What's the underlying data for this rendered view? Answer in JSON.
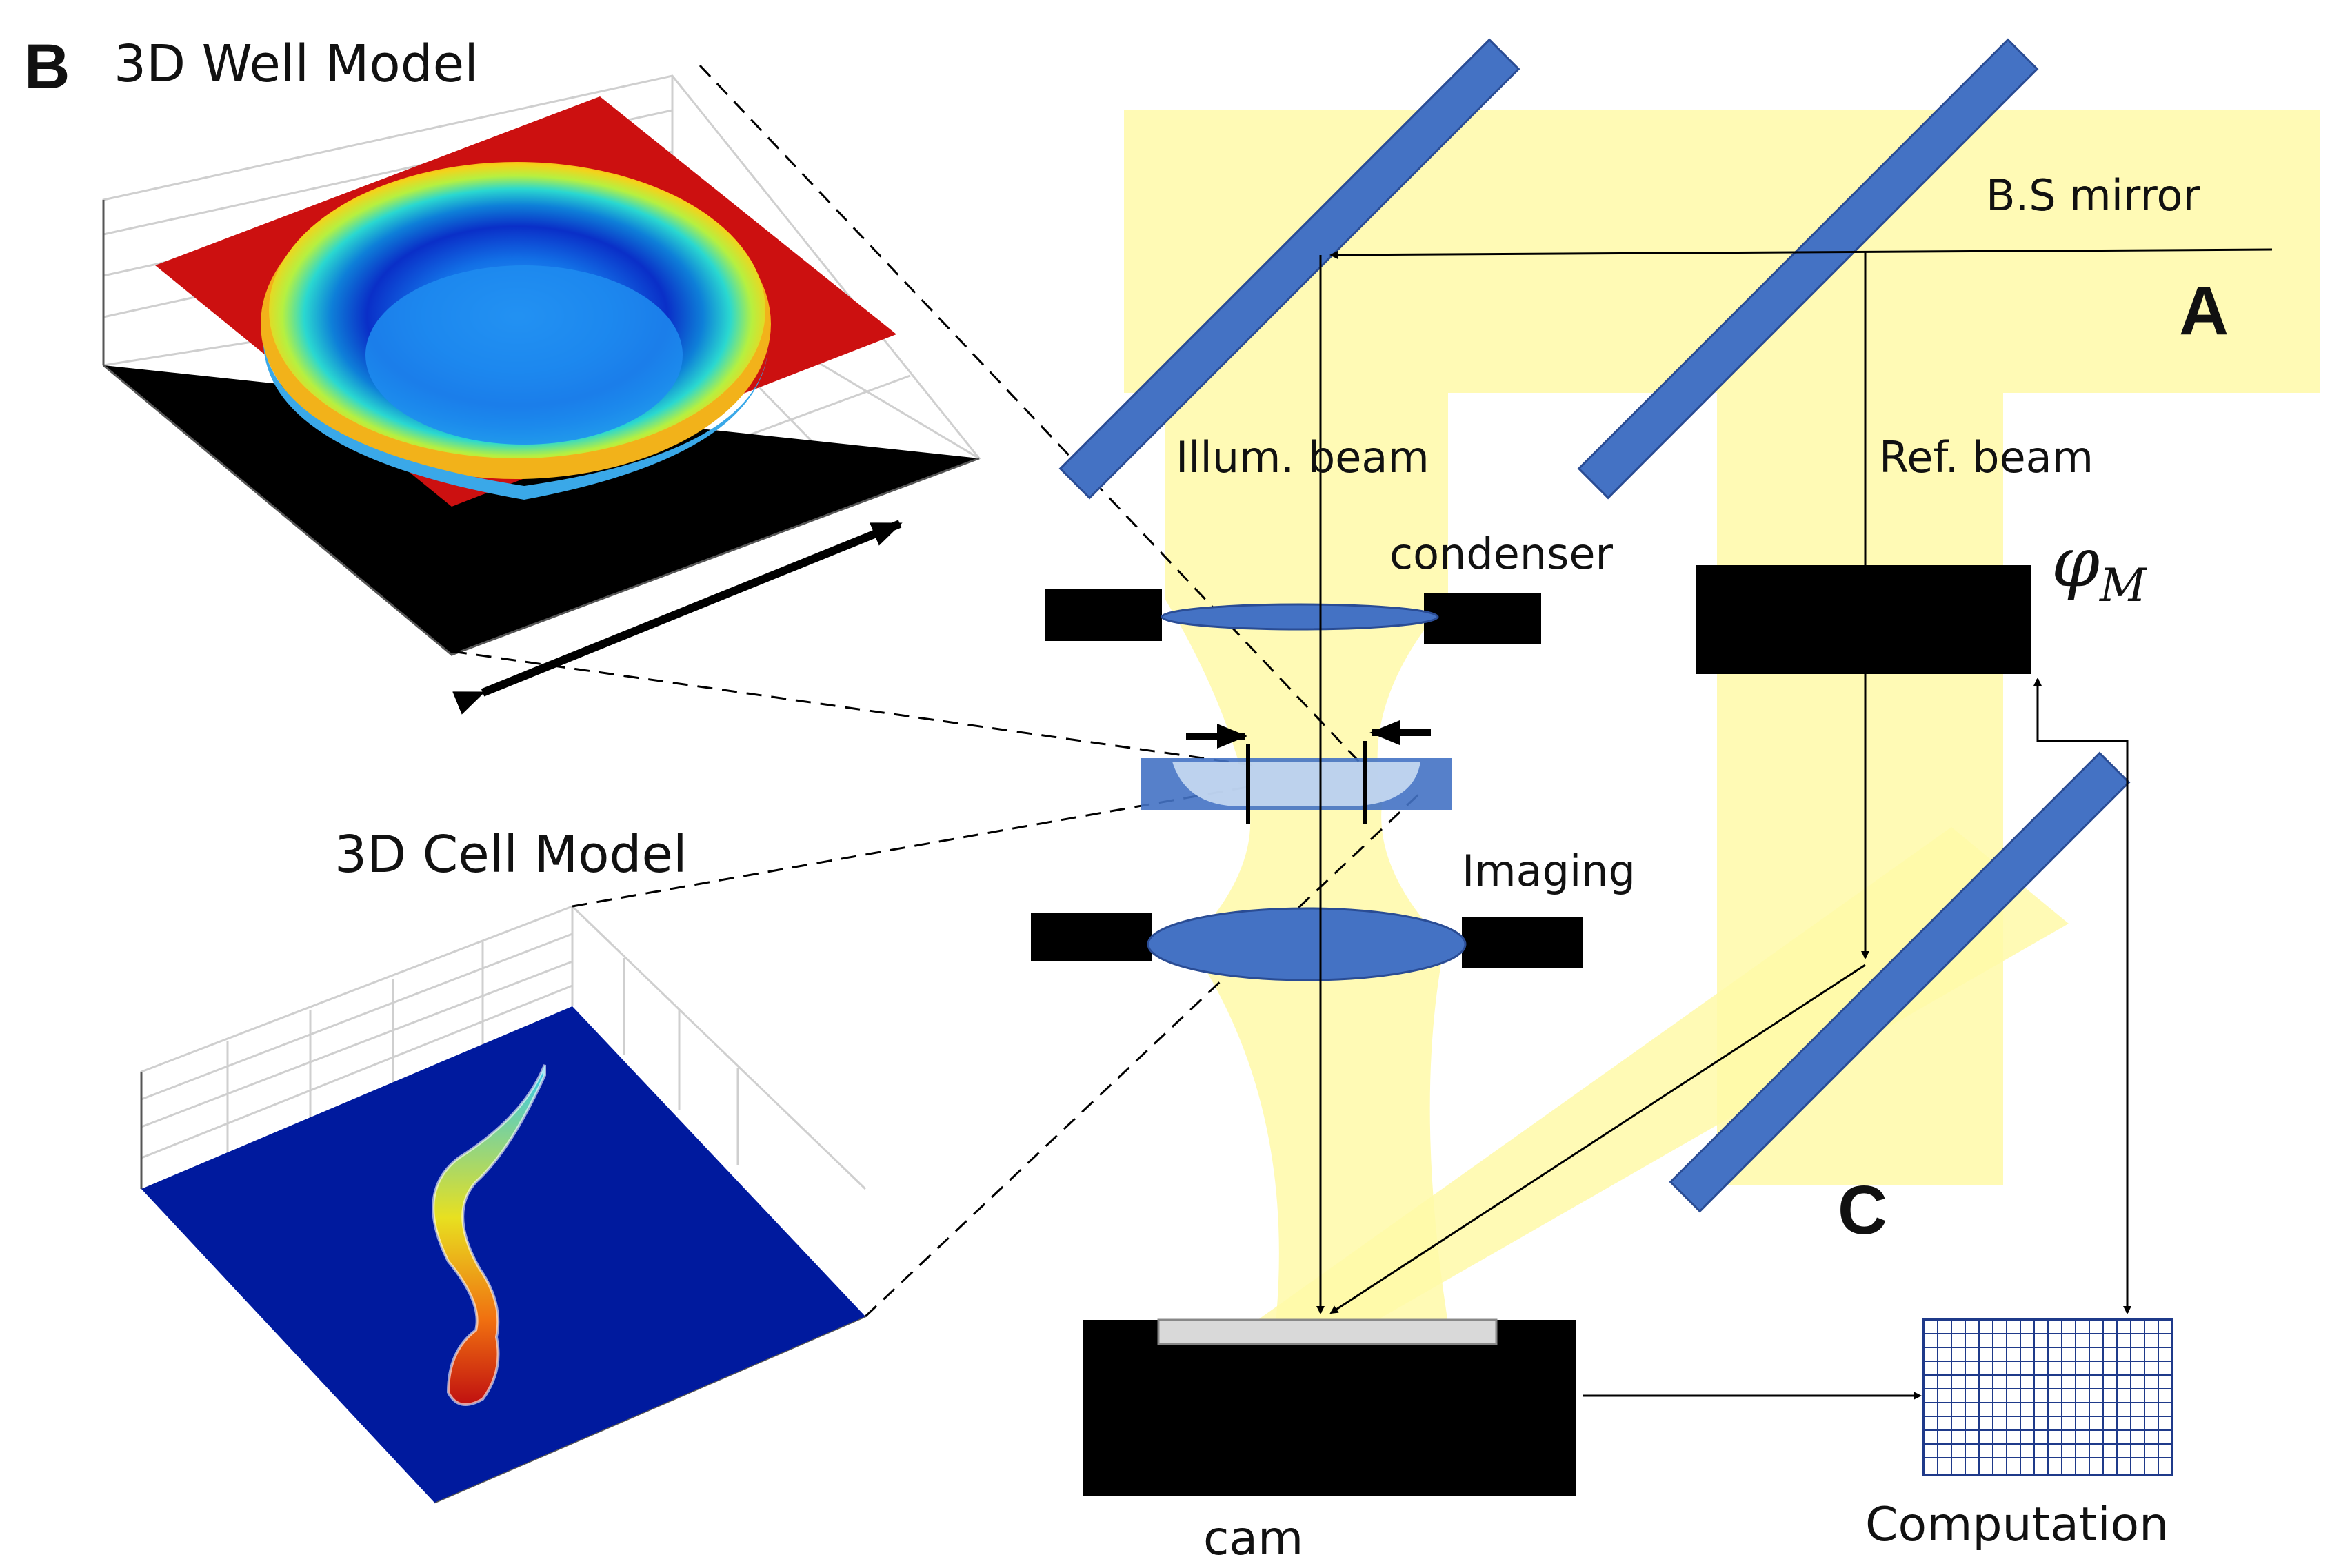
{
  "panel_labels": {
    "b": "B",
    "a": "A",
    "c": "C"
  },
  "labels": {
    "well_model": "3D Well Model",
    "cell_model": "3D Cell Model",
    "bs_mirror": "B.S mirror",
    "illum_beam": "Illum. beam",
    "ref_beam": "Ref. beam",
    "condenser": "condenser",
    "imaging": "Imaging",
    "cam": "cam",
    "computation": "Computation",
    "phase_modulator_symbol": "φ",
    "phase_modulator_subscript": "M"
  },
  "colors": {
    "beam": "#fff9a8",
    "mirror": "#4472c4",
    "component": "#000000",
    "plane_red": "#cc1010",
    "cell_plane": "#001a9e"
  }
}
